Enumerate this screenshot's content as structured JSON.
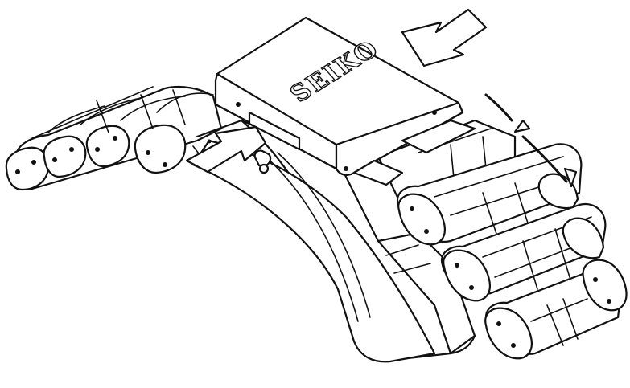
{
  "diagram": {
    "brand_text": "SEIKO",
    "line_color": "#111111",
    "background": "#ffffff",
    "icons": {
      "push_arrow_top": "large-arrow-left-down",
      "push_arrow_button": "large-arrow-right-up",
      "curved_arrow": "dashed-curved-arrow-down"
    }
  }
}
